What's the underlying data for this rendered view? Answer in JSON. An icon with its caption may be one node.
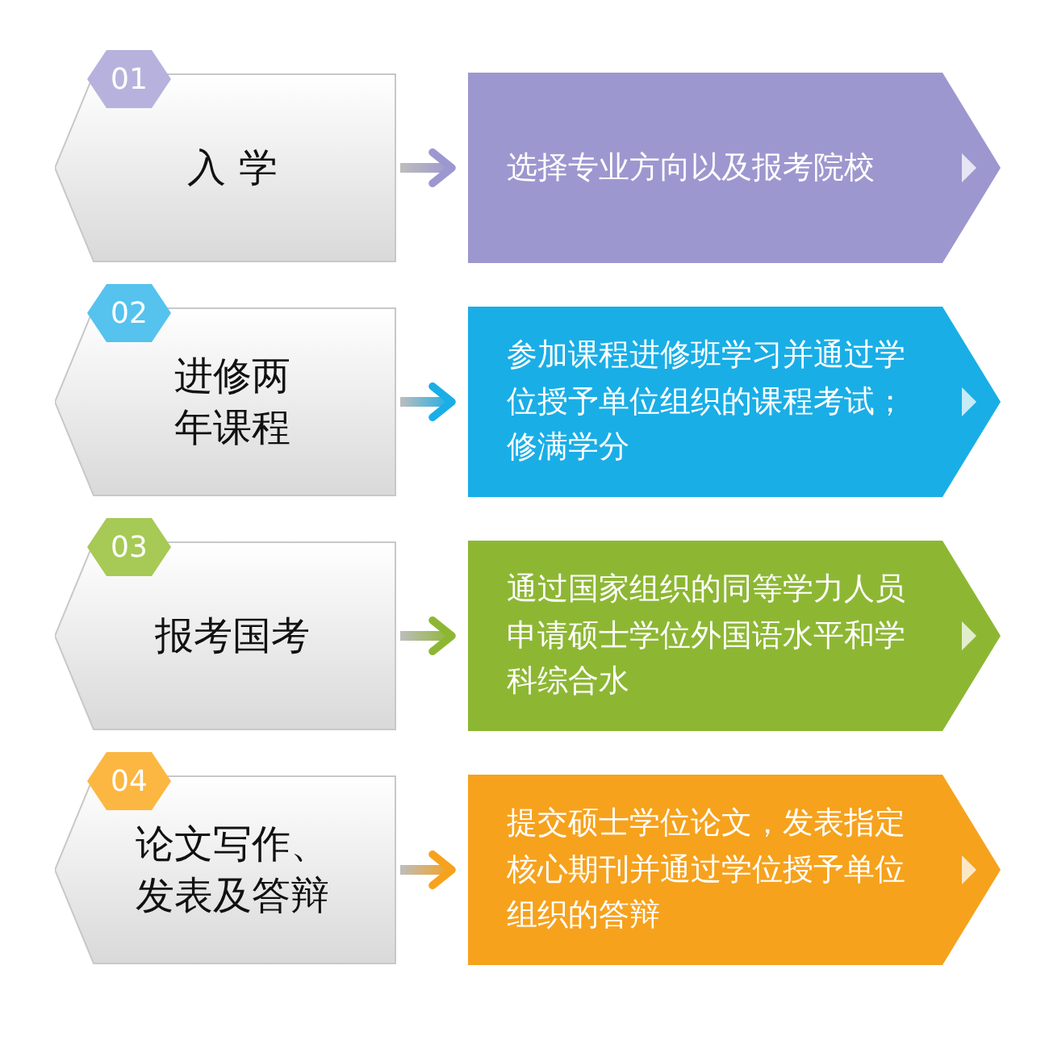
{
  "diagram": {
    "nodes": [
      {
        "text": [
          "01"
        ]
      },
      {
        "text": [
          "入 学"
        ]
      },
      {
        "text": [
          "选择专业方向以及报考院校"
        ]
      },
      {
        "text": [
          "02"
        ]
      },
      {
        "text": [
          "进修两年课程"
        ]
      },
      {
        "text": [
          "参加课程进修班学习并通过学位授予单位组织的课程考试；修满学分"
        ]
      },
      {
        "text": [
          "03"
        ]
      },
      {
        "text": [
          "报考国考"
        ]
      },
      {
        "text": [
          "通过国家组织的同等学力人员申请硕士学位外国语水平和学科综合水"
        ]
      },
      {
        "text": [
          "04"
        ]
      },
      {
        "text": [
          "论文写作、发表及答辩"
        ]
      },
      {
        "text": [
          "提交硕士学位论文，发表指定核心期刊并通过学位授予单位组织的答辩"
        ]
      }
    ],
    "edges": [
      {
        "from": 1,
        "to": 2,
        "arrow": "to",
        "color": "#9d97cf"
      },
      {
        "from": 4,
        "to": 5,
        "arrow": "to",
        "color": "#1aaee6"
      },
      {
        "from": 7,
        "to": 8,
        "arrow": "to",
        "color": "#8db733"
      },
      {
        "from": 10,
        "to": 11,
        "arrow": "to",
        "color": "#f6a21d"
      }
    ]
  }
}
